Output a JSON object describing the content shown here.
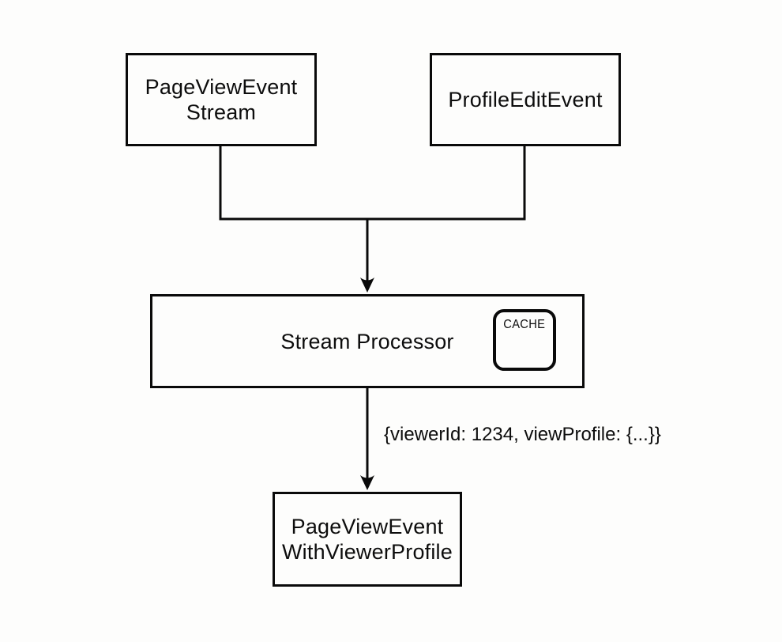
{
  "diagram": {
    "type": "flow-diagram",
    "nodes": {
      "pageViewEventStream": {
        "label": "PageViewEvent\nStream",
        "shape": "rectangle"
      },
      "profileEditEvent": {
        "label": "ProfileEditEvent",
        "shape": "rectangle"
      },
      "streamProcessor": {
        "label": "Stream Processor",
        "badge": "CACHE",
        "shape": "rectangle"
      },
      "pageViewEventWithViewerProfile": {
        "label": "PageViewEvent\nWithViewerProfile",
        "shape": "rectangle"
      }
    },
    "edges": [
      {
        "from": "PageViewEvent Stream",
        "to": "Stream Processor",
        "label": ""
      },
      {
        "from": "ProfileEditEvent",
        "to": "Stream Processor",
        "label": ""
      },
      {
        "from": "Stream Processor",
        "to": "PageViewEvent WithViewerProfile",
        "label": "{viewerId: 1234, viewProfile: {...}}"
      }
    ],
    "colors": {
      "stroke": "#0a0a0a",
      "background": "#fdfdfc",
      "text": "#0d0d0d"
    }
  }
}
